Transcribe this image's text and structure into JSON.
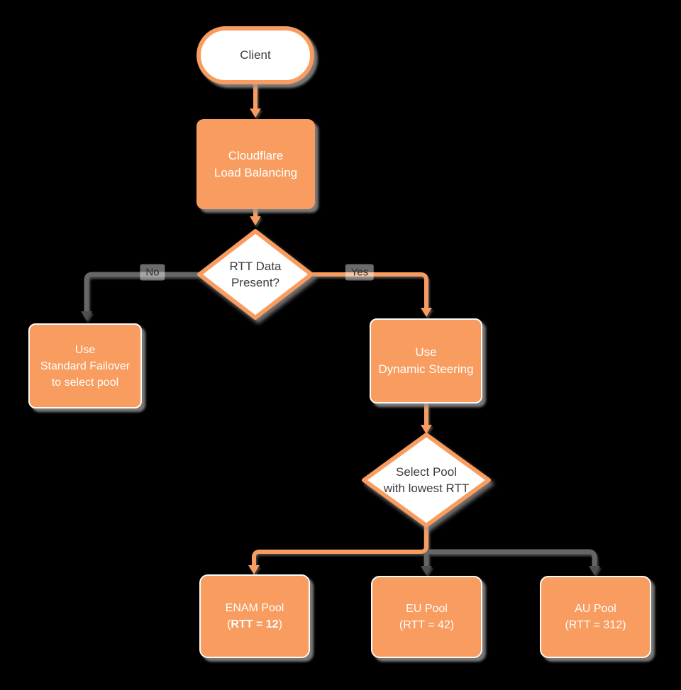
{
  "diagram": {
    "title": "Cloudflare Load Balancing dynamic steering flowchart",
    "palette": {
      "node_orange": "#F89C5F",
      "node_fill_white": "#FFFFFF",
      "text_on_orange": "#FFFFFF",
      "text_dark": "#3C3C3C",
      "edge_gray": "#666666",
      "arrowhead_gray": "#4E4E4E",
      "edge_label_bg": "#6B6B6B",
      "edge_label_text": "#2E2E2E",
      "background": "#000000",
      "shadow_gray": "#969696"
    },
    "nodes": {
      "client": {
        "shape": "stadium",
        "label": "Client"
      },
      "load_balancing": {
        "shape": "rect",
        "line1": "Cloudflare",
        "line2": "Load Balancing"
      },
      "rtt_decision": {
        "shape": "diamond",
        "line1": "RTT Data",
        "line2": "Present?"
      },
      "standard_failover": {
        "shape": "rect",
        "line1": "Use",
        "line2": "Standard Failover",
        "line3": "to select pool"
      },
      "dynamic_steering": {
        "shape": "rect",
        "line1": "Use",
        "line2": "Dynamic Steering"
      },
      "select_pool": {
        "shape": "diamond",
        "line1": "Select Pool",
        "line2": "with lowest RTT"
      },
      "enam_pool": {
        "shape": "rect",
        "line1": "ENAM Pool",
        "line2_prefix": "(",
        "line2_bold": "RTT = 12",
        "line2_suffix": ")"
      },
      "eu_pool": {
        "shape": "rect",
        "line1": "EU Pool",
        "line2": "(RTT = 42)"
      },
      "au_pool": {
        "shape": "rect",
        "line1": "AU Pool",
        "line2": "(RTT = 312)"
      }
    },
    "edges": {
      "no_label": "No",
      "yes_label": "Yes"
    }
  }
}
